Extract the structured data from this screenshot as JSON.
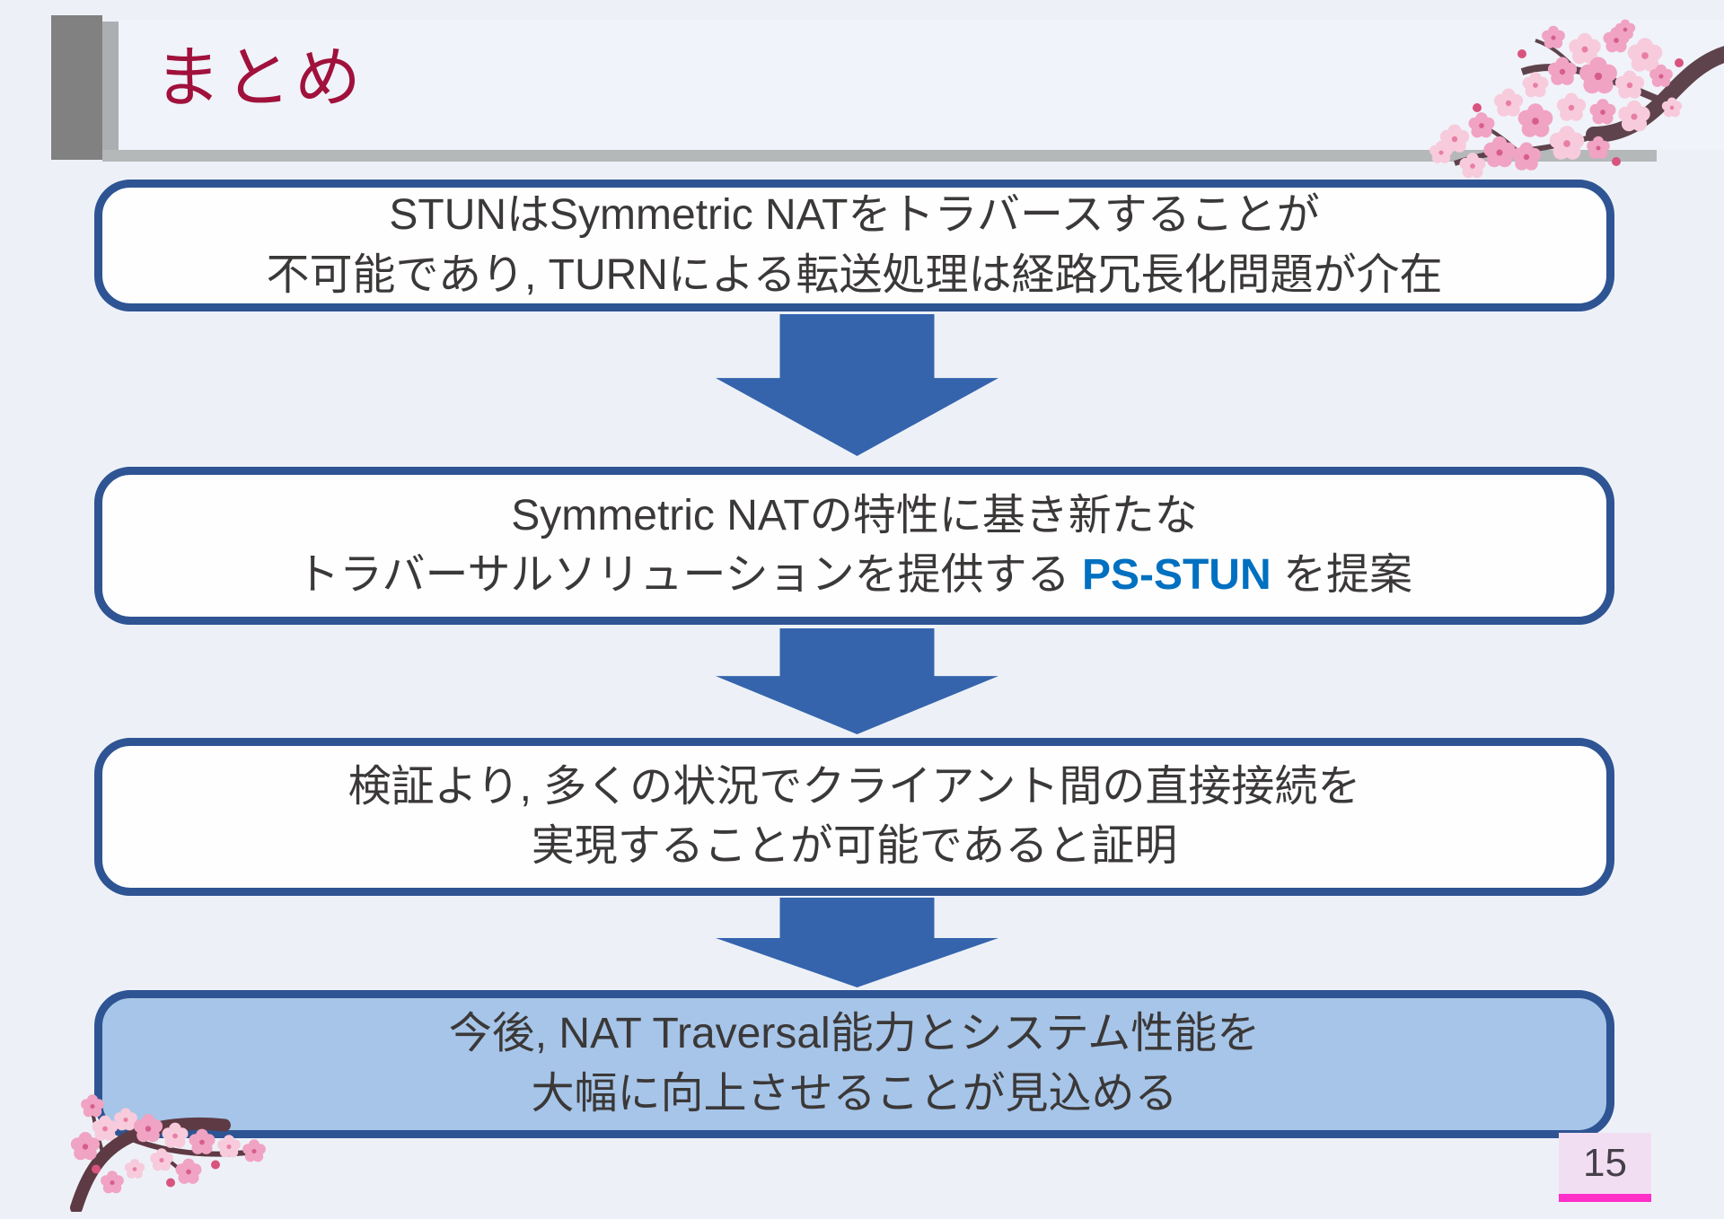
{
  "slide": {
    "title": "まとめ",
    "page_number": "15"
  },
  "flow": {
    "arrow_direction": "down",
    "arrow_count": 3,
    "box1": {
      "line1": "STUNはSymmetric NATをトラバースすることが",
      "line2": "不可能であり, TURNによる転送処理は経路冗長化問題が介在"
    },
    "box2": {
      "line1": "Symmetric NATの特性に基き新たな",
      "line2_pre": "トラバーサルソリューションを提供する ",
      "line2_highlight": "PS-STUN",
      "line2_post": " を提案"
    },
    "box3": {
      "line1": "検証より, 多くの状況でクライアント間の直接接続を",
      "line2": "実現することが可能であると証明"
    },
    "box4": {
      "line1": "今後, NAT Traversal能力とシステム性能を",
      "line2": "大幅に向上させることが見込める"
    }
  },
  "decorations": {
    "top_right": "sakura-branch",
    "bottom_left": "sakura-branch"
  },
  "colors": {
    "background": "#EDF1F7",
    "title_text": "#A0113C",
    "body_text": "#3B3838",
    "box_border": "#2E5493",
    "box_fill": "#FEFEFE",
    "box4_fill": "#A6C5E8",
    "arrow": "#3564AD",
    "highlight_text": "#0070C0",
    "header_dark_gray": "#818181",
    "header_silver": "#B5B8B8",
    "page_number_bg": "#F2DEF2",
    "page_number_underline": "#FF2FC8"
  }
}
